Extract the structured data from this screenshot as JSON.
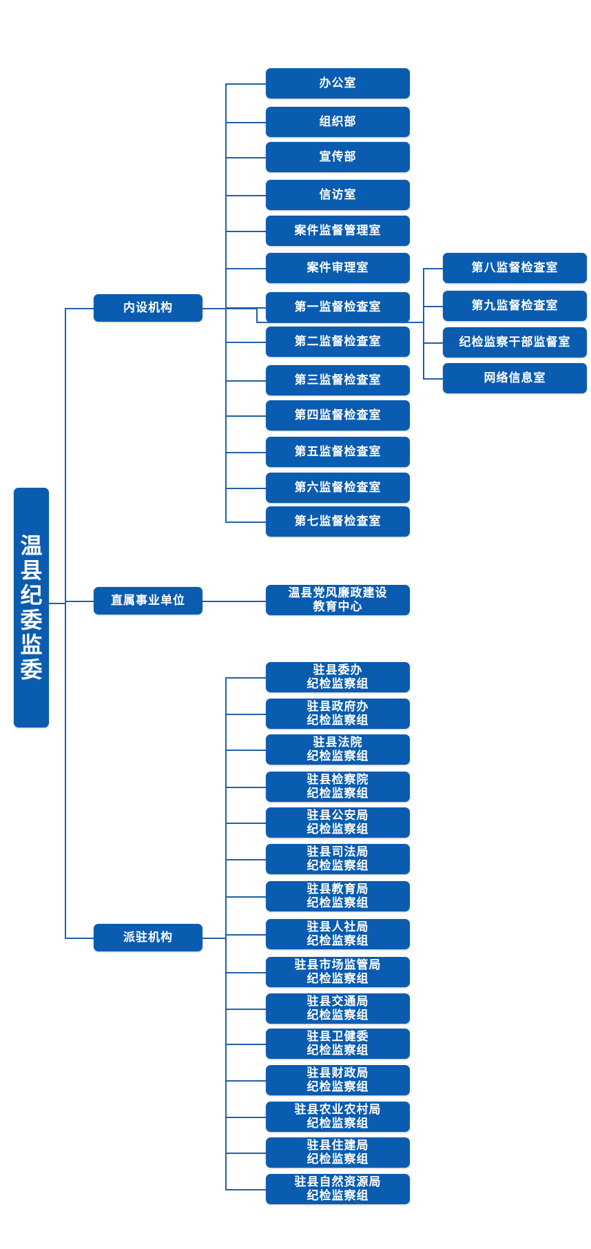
{
  "colors": {
    "node_fill": "#0A5CB0",
    "node_text": "#FFFFFF",
    "connector": "#1F5FA8",
    "background": "#FFFFFF"
  },
  "root": {
    "label": "温县纪委监委"
  },
  "branches": [
    {
      "label": "内设机构",
      "children": [
        "办公室",
        "组织部",
        "宣传部",
        "信访室",
        "案件监督管理室",
        "案件审理室",
        "第一监督检查室",
        "第二监督检查室",
        "第三监督检查室",
        "第四监督检查室",
        "第五监督检查室",
        "第六监督检查室",
        "第七监督检查室"
      ],
      "extra_children": [
        "第八监督检查室",
        "第九监督检查室",
        "纪检监察干部监督室",
        "网络信息室"
      ]
    },
    {
      "label": "直属事业单位",
      "children": [
        "温县党风廉政建设\n教育中心"
      ]
    },
    {
      "label": "派驻机构",
      "children": [
        "驻县委办\n纪检监察组",
        "驻县政府办\n纪检监察组",
        "驻县法院\n纪检监察组",
        "驻县检察院\n纪检监察组",
        "驻县公安局\n纪检监察组",
        "驻县司法局\n纪检监察组",
        "驻县教育局\n纪检监察组",
        "驻县人社局\n纪检监察组",
        "驻县市场监管局\n纪检监察组",
        "驻县交通局\n纪检监察组",
        "驻县卫健委\n纪检监察组",
        "驻县财政局\n纪检监察组",
        "驻县农业农村局\n纪检监察组",
        "驻县住建局\n纪检监察组",
        "驻县自然资源局\n纪检监察组"
      ]
    }
  ]
}
